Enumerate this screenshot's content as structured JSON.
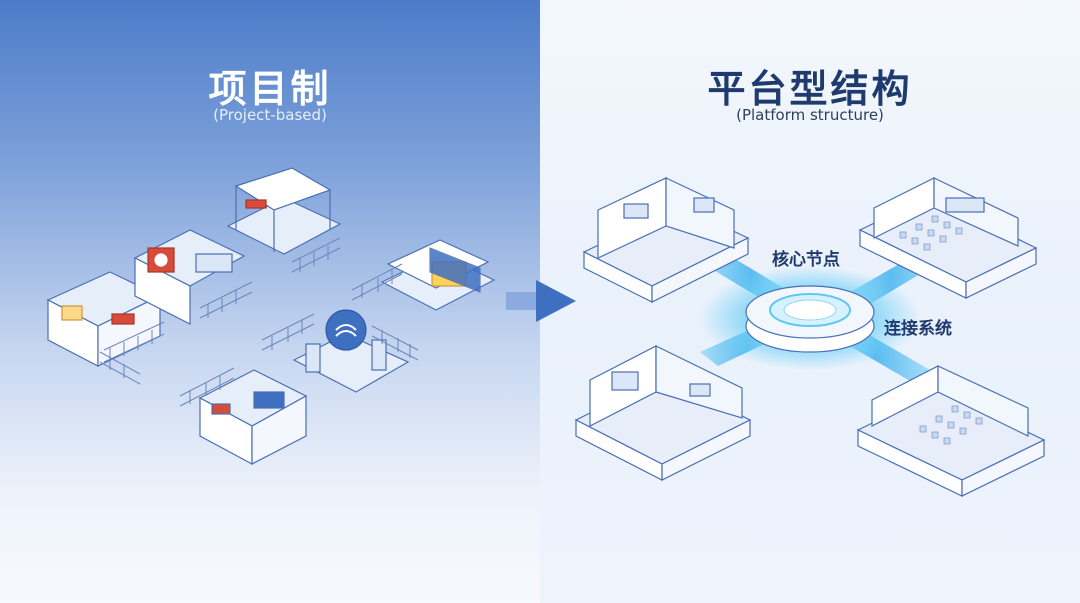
{
  "left": {
    "title": "项目制",
    "subtitle": "(Project-based)"
  },
  "right": {
    "title": "平台型结构",
    "subtitle": "(Platform structure)",
    "hub_label": "核心节点",
    "connection_label": "连接系统"
  },
  "colors": {
    "left_top": "#4c7cc9",
    "right_title": "#1e3a6e",
    "arrow": "#3f6fc0",
    "glow": "#5ec8f5"
  },
  "icons": [
    "booth-icon",
    "exhibit-room-icon",
    "arrow-right-icon",
    "hub-ring-icon"
  ]
}
